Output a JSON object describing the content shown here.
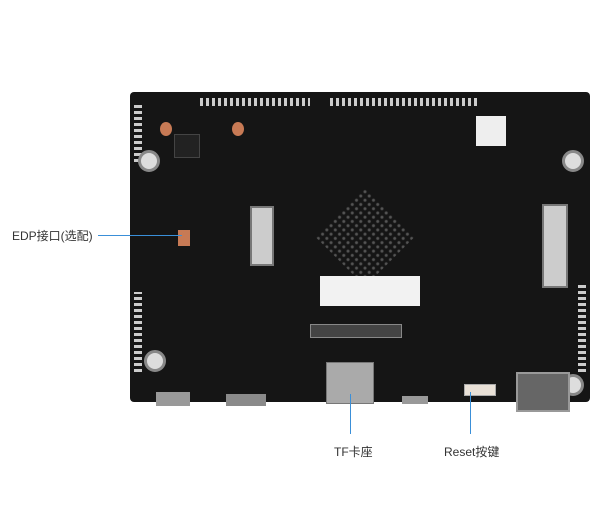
{
  "callouts": {
    "edp": "EDP接口(选配)",
    "tf": "TF卡座",
    "reset": "Reset按键"
  },
  "colors": {
    "board": "#151515",
    "callout_line": "#3a8fd8"
  }
}
